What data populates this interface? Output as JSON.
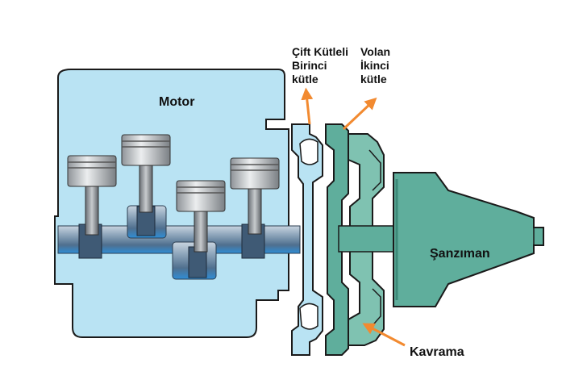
{
  "labels": {
    "motor": "Motor",
    "dmf_primary": [
      "Çift Kütleli",
      "Birinci",
      "kütle"
    ],
    "flywheel_secondary": [
      "Volan",
      "İkinci",
      "kütle"
    ],
    "transmission": "Şanzıman",
    "clutch": "Kavrama"
  },
  "colors": {
    "engine_fill": "#b9e3f3",
    "engine_outline": "#1a1a1a",
    "transmission_fill": "#5fae9c",
    "transmission_dark": "#3d8a79",
    "shaft": "#7f97ad",
    "shaft_highlight": "#2f8ed6",
    "piston": "#d6d8da",
    "arrow": "#f28a30"
  },
  "icons": {
    "pistons": "piston-icon",
    "arrows": "arrow-icon"
  }
}
